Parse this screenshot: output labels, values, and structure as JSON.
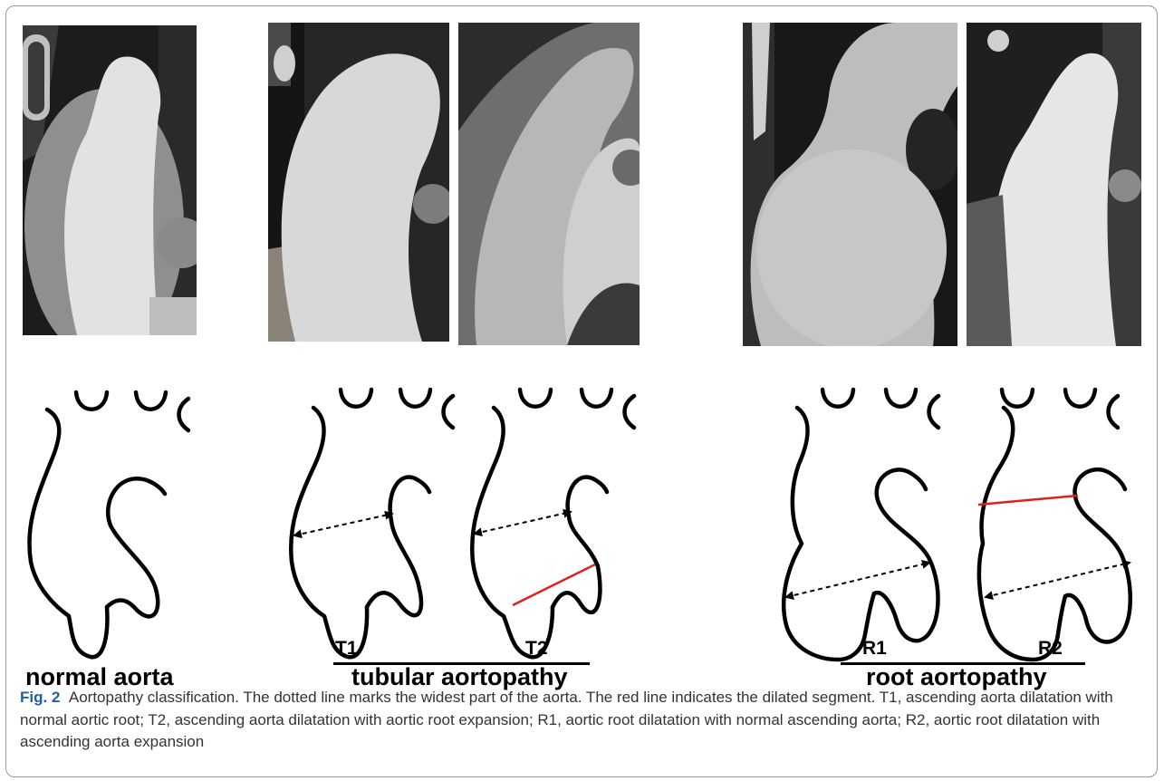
{
  "figure": {
    "panels": [
      {
        "name": "normal aorta"
      },
      {
        "name": "tubular aortopathy",
        "subtypes": [
          "T1",
          "T2"
        ]
      },
      {
        "name": "root aortopathy",
        "subtypes": [
          "R1",
          "R2"
        ]
      }
    ],
    "labels": {
      "normal": "normal aorta",
      "tubular": "tubular aortopathy",
      "root": "root aortopathy",
      "t1": "T1",
      "t2": "T2",
      "r1": "R1",
      "r2": "R2"
    },
    "colors": {
      "outline": "#000000",
      "dilated_segment": "#e0201a",
      "caption_heading": "#1f5fa8",
      "caption_text": "#333333"
    }
  },
  "caption": {
    "figure_label": "Fig. 2",
    "text": "Aortopathy classification. The dotted line marks the widest part of the aorta. The red line indicates the dilated segment. T1, ascending aorta dilatation with normal aortic root; T2, ascending aorta dilatation with aortic root expansion; R1, aortic root dilatation with normal ascending aorta; R2, aortic root dilatation with ascending aorta expansion"
  }
}
